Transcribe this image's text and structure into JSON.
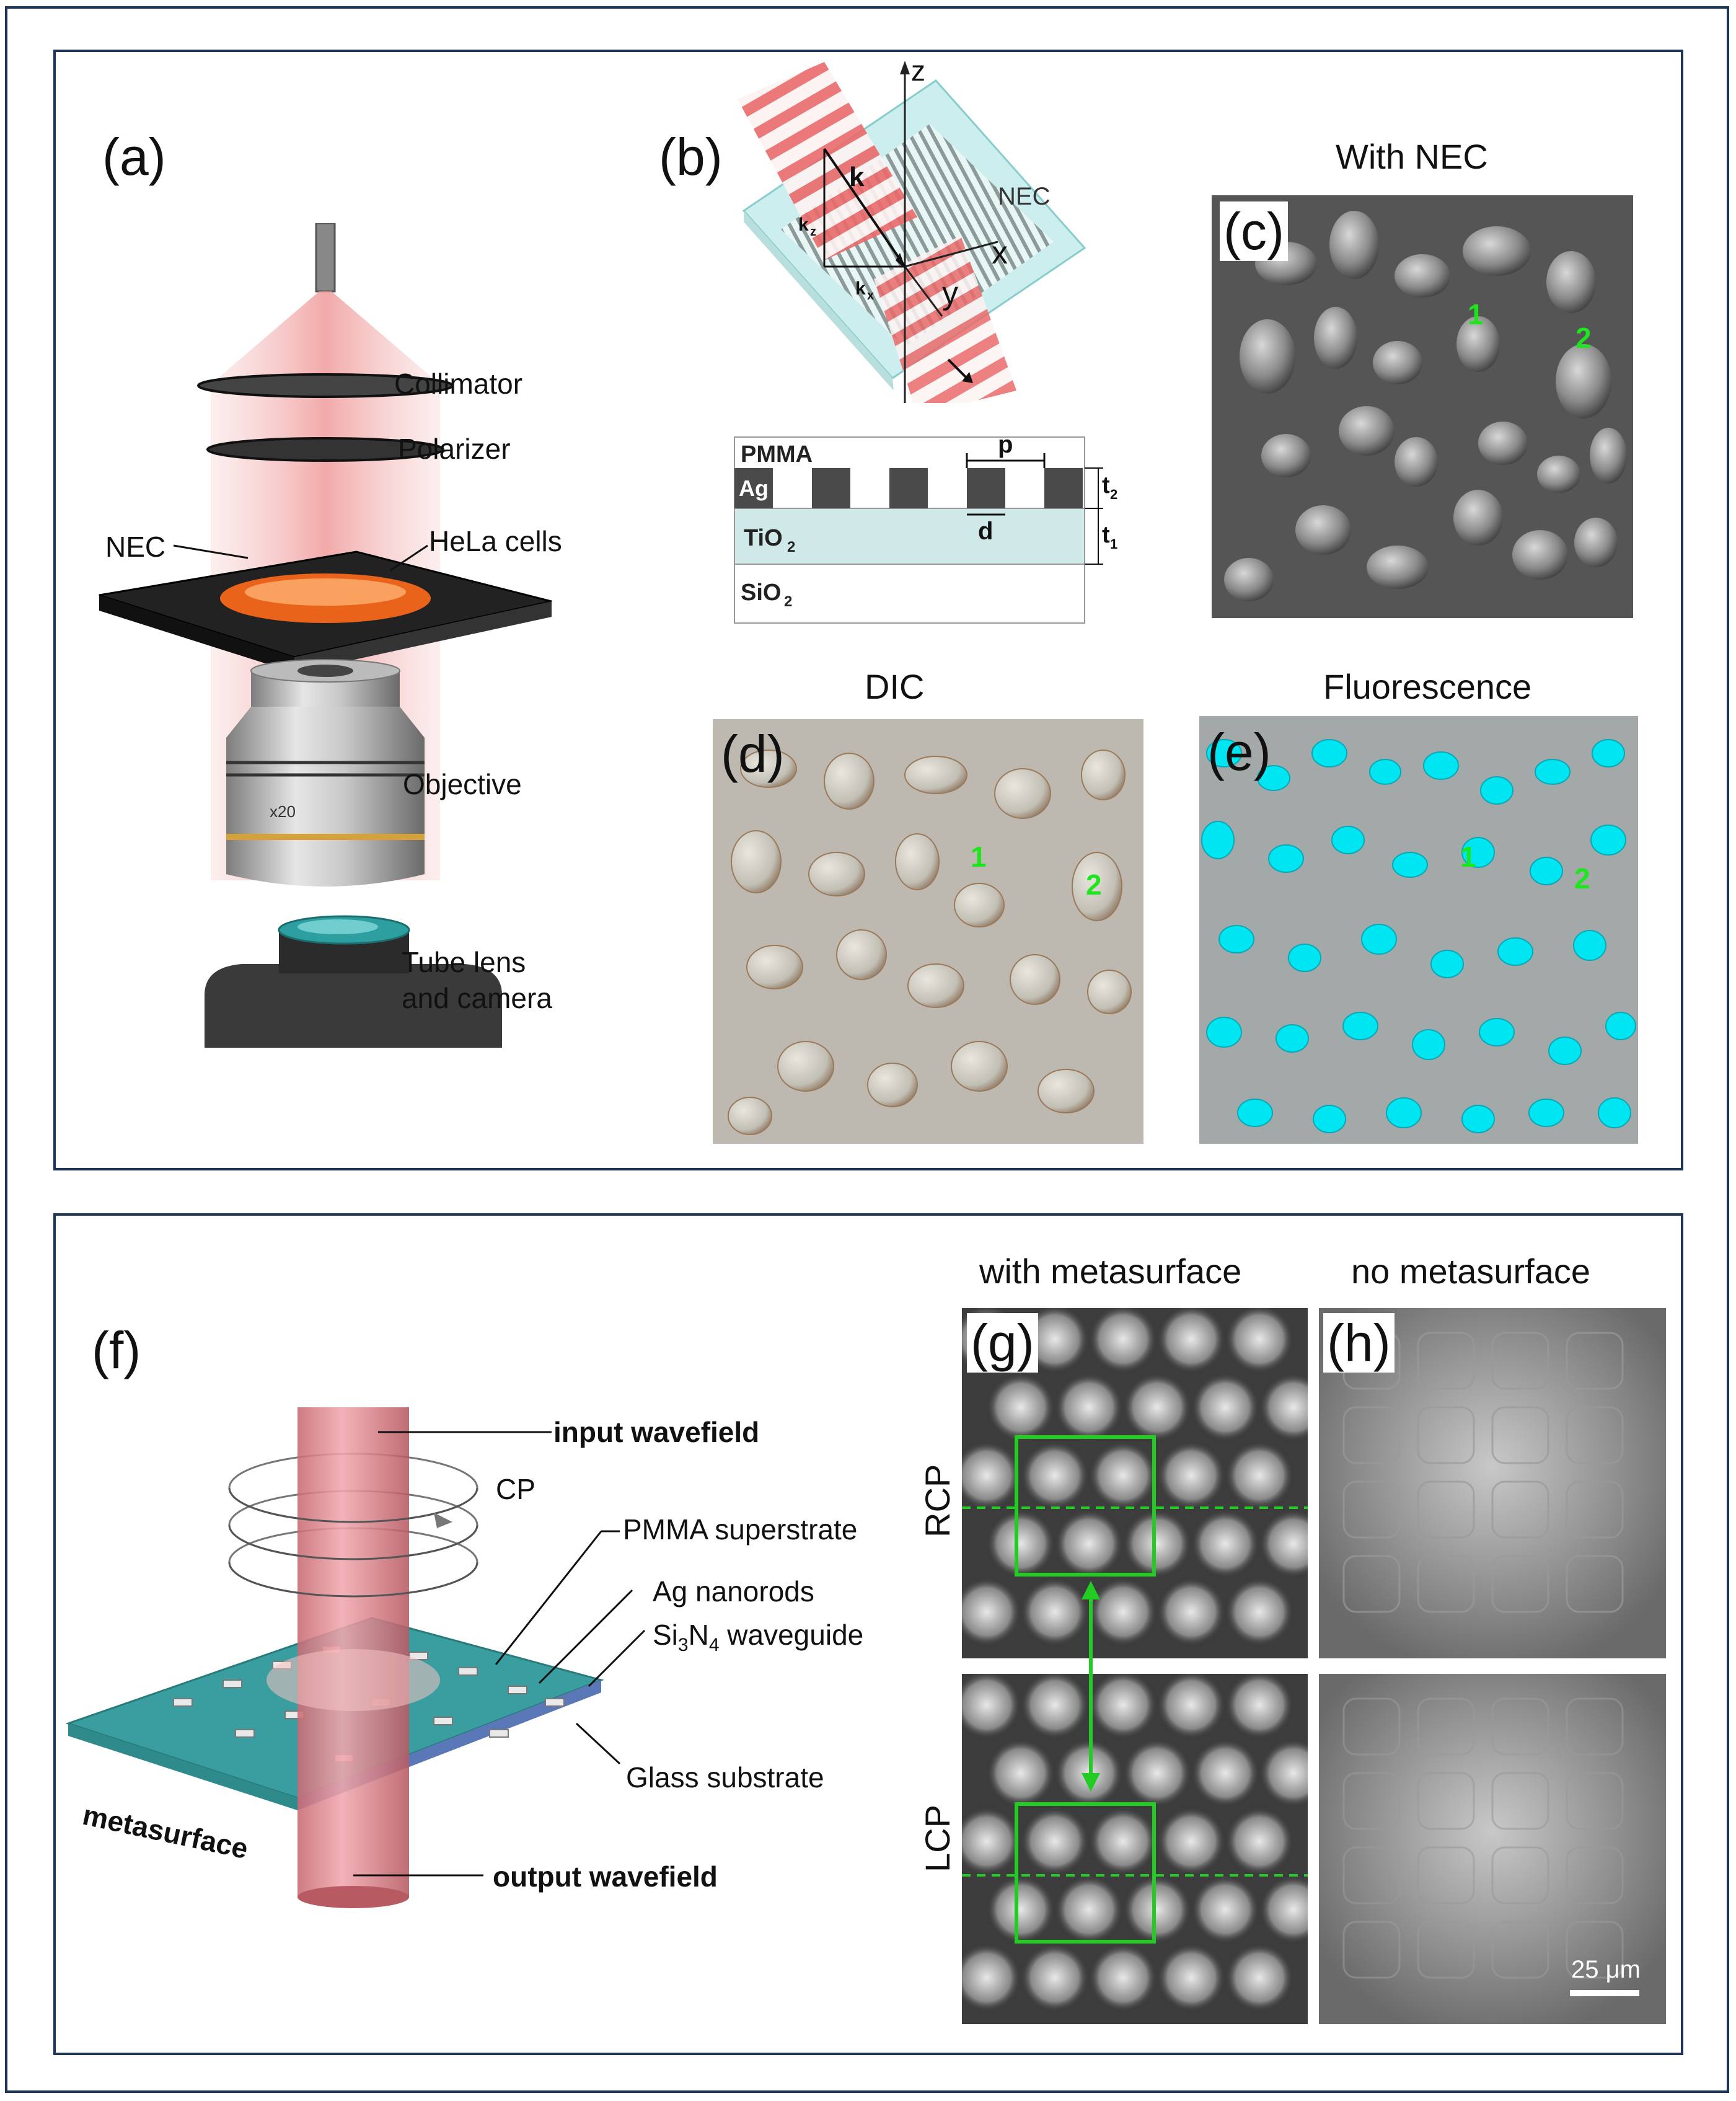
{
  "panel_a": {
    "label": "(a)",
    "collimator": "Collimator",
    "polarizer": "Polarizer",
    "nec": "NEC",
    "hela": "HeLa cells",
    "objective": "Objective",
    "objective_mark": "x20",
    "tube_lens_1": "Tube lens",
    "tube_lens_2": "and camera"
  },
  "panel_b": {
    "label": "(b)",
    "axis_z": "z",
    "axis_x": "x",
    "axis_y": "y",
    "k": "k",
    "kz": "k",
    "kz_sub": "z",
    "kx": "k",
    "kx_sub": "x",
    "nec": "NEC",
    "pmma": "PMMA",
    "ag": "Ag",
    "tio2": "TiO",
    "tio2_sub": "2",
    "sio2": "SiO",
    "sio2_sub": "2",
    "p": "p",
    "d": "d",
    "t2": "t",
    "t2_sub": "2",
    "t1": "t",
    "t1_sub": "1"
  },
  "panel_c": {
    "title": "With NEC",
    "label": "(c)",
    "m1": "1",
    "m2": "2"
  },
  "panel_d": {
    "title": "DIC",
    "label": "(d)",
    "m1": "1",
    "m2": "2"
  },
  "panel_e": {
    "title": "Fluorescence",
    "label": "(e)",
    "m1": "1",
    "m2": "2"
  },
  "panel_f": {
    "label": "(f)",
    "input": "input wavefield",
    "cp": "CP",
    "pmma": "PMMA superstrate",
    "ag": "Ag nanorods",
    "si": "Si",
    "si_sub1": "3",
    "n": "N",
    "si_sub2": "4",
    "waveguide": " waveguide",
    "glass": "Glass substrate",
    "metasurface": "metasurface",
    "output": "output wavefield"
  },
  "panel_gh": {
    "title_g": "with metasurface",
    "title_h": "no metasurface",
    "label_g": "(g)",
    "label_h": "(h)",
    "rcp": "RCP",
    "lcp": "LCP",
    "scale": "25 μm"
  },
  "colors": {
    "frame": "#1f3556",
    "marker_green": "#1ee61e",
    "nucleus_cyan": "#00e5f2",
    "beam_red": "#e88a8a",
    "waveguide_teal": "#3a9ea0"
  }
}
